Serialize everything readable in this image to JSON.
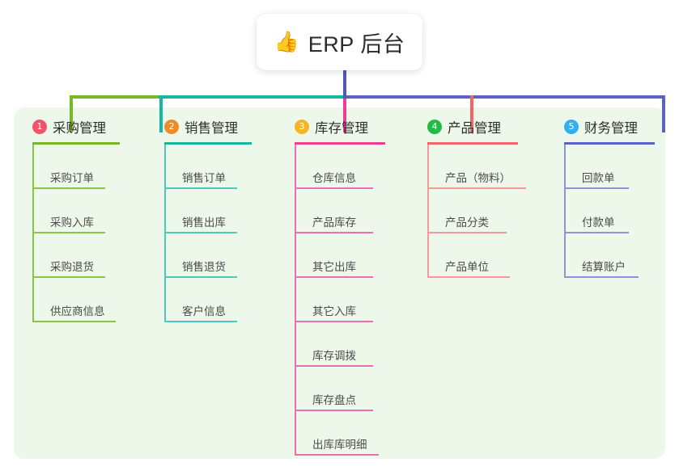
{
  "title_card": {
    "emoji": "👍",
    "emoji_name": "thumbs-up-icon",
    "text": "ERP 后台"
  },
  "colors": {
    "panel_background": "#eef8ea",
    "canvas_background": "#ffffff",
    "trunk": "#4f58b8",
    "bar_left_green": "#76b82a",
    "bar_mid_teal": "#14b8a0",
    "bar_right_blue": "#5a62c4"
  },
  "columns": [
    {
      "number": "1",
      "badge_color": "#f2526b",
      "line_color": "#76b82a",
      "title": "采购管理",
      "items": [
        "采购订单",
        "采购入库",
        "采购退货",
        "供应商信息"
      ]
    },
    {
      "number": "2",
      "badge_color": "#f08a26",
      "line_color": "#14b8a0",
      "title": "销售管理",
      "items": [
        "销售订单",
        "销售出库",
        "销售退货",
        "客户信息"
      ]
    },
    {
      "number": "3",
      "badge_color": "#f5b527",
      "line_color": "#ef3d96",
      "title": "库存管理",
      "items": [
        "仓库信息",
        "产品库存",
        "其它出库",
        "其它入库",
        "库存调拨",
        "库存盘点",
        "出库库明细"
      ]
    },
    {
      "number": "4",
      "badge_color": "#21ba45",
      "line_color": "#f4656a",
      "title": "产品管理",
      "items": [
        "产品（物料）",
        "产品分类",
        "产品单位"
      ]
    },
    {
      "number": "5",
      "badge_color": "#31b0ef",
      "line_color": "#5a62c4",
      "title": "财务管理",
      "items": [
        "回款单",
        "付款单",
        "结算账户"
      ]
    }
  ]
}
